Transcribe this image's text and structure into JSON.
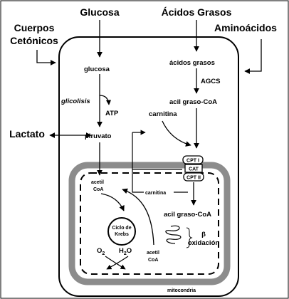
{
  "labels": {
    "glucosa_top": "Glucosa",
    "acidos_grasos_top": "Ácidos Grasos",
    "cuerpos": "Cuerpos",
    "cetonicos": "Cetónicos",
    "aminoacidos": "Aminoácidos",
    "lactato": "Lactato",
    "glucosa": "glucosa",
    "glicolisis": "glicolisis",
    "atp": "ATP",
    "piruvato": "piruvato",
    "acidos_grasos": "ácidos grasos",
    "agcs": "AGCS",
    "acil_graso_coa": "acil graso-CoA",
    "carnitina_outer": "carnitina",
    "cpt1": "CPT I",
    "cat": "CAT",
    "cpt2": "CPT II",
    "acetil_1": "acetil",
    "coa_1": "CoA",
    "carnitina_inner": "carnitina",
    "acil_graso_coa_inner": "acil graso-CoA",
    "ciclo_de": "Ciclo de",
    "krebs": "Krebs",
    "beta": "β",
    "oxidacion": "oxidación",
    "o2": "O",
    "o2_sub": "2",
    "h2o_h": "H",
    "h2o_sub": "2",
    "h2o_o": "O",
    "acetil_2": "acetil",
    "coa_2": "CoA",
    "mitocondria": "mitocondria"
  },
  "colors": {
    "stroke": "#000000",
    "membrane": "#8c8c8c",
    "background": "#ffffff"
  }
}
